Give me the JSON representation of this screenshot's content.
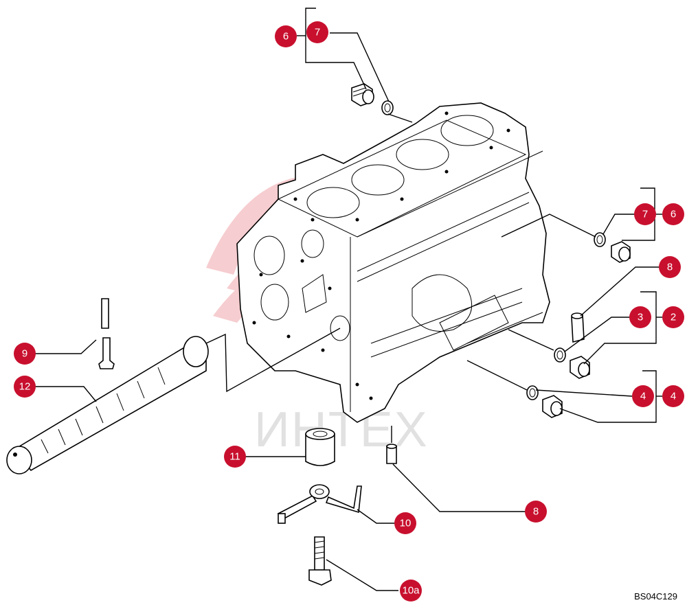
{
  "diagram": {
    "drawing_code": "BS04C129",
    "watermark_text": "ИНТЕХ",
    "callout_color": "#c8102e",
    "callouts": [
      {
        "id": "c-6-top",
        "label": "6"
      },
      {
        "id": "c-7-top",
        "label": "7"
      },
      {
        "id": "c-7-right",
        "label": "7"
      },
      {
        "id": "c-6-right",
        "label": "6"
      },
      {
        "id": "c-8-right",
        "label": "8"
      },
      {
        "id": "c-3",
        "label": "3"
      },
      {
        "id": "c-2",
        "label": "2"
      },
      {
        "id": "c-4-a",
        "label": "4"
      },
      {
        "id": "c-4-b",
        "label": "4"
      },
      {
        "id": "c-9",
        "label": "9"
      },
      {
        "id": "c-12",
        "label": "12"
      },
      {
        "id": "c-11",
        "label": "11"
      },
      {
        "id": "c-8-bottom",
        "label": "8"
      },
      {
        "id": "c-10",
        "label": "10"
      },
      {
        "id": "c-10a",
        "label": "10a"
      }
    ]
  }
}
